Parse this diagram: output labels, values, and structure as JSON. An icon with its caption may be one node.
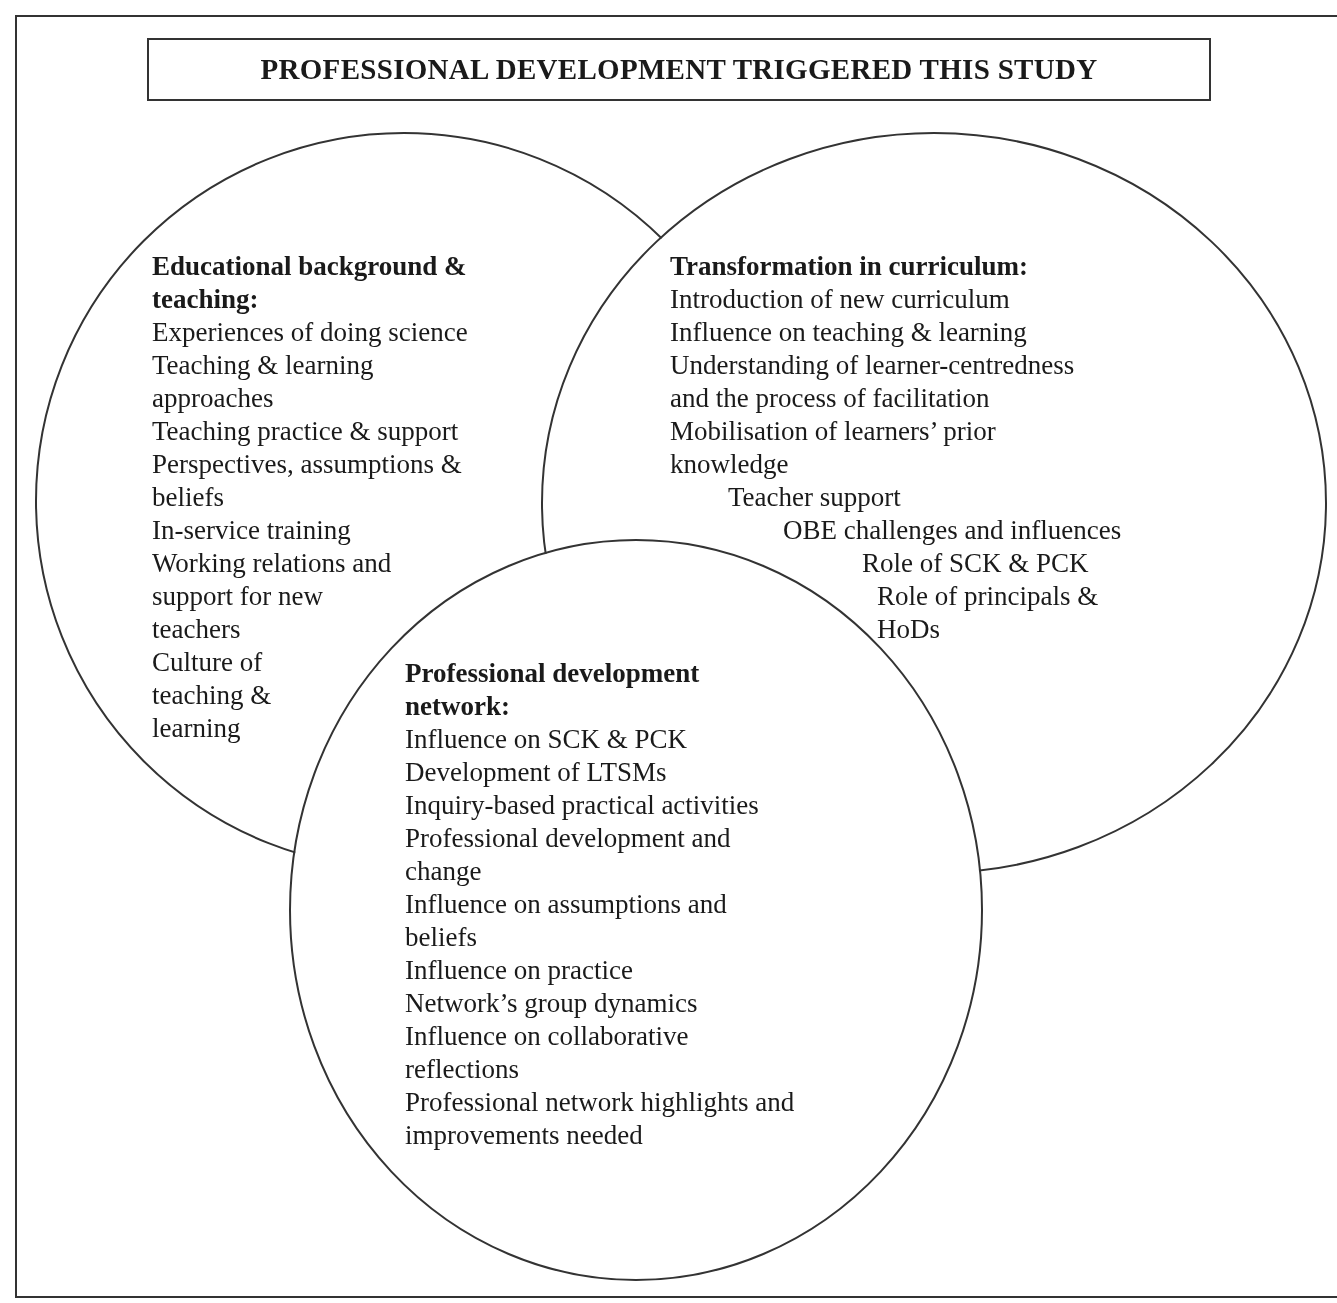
{
  "diagram": {
    "title": "PROFESSIONAL DEVELOPMENT TRIGGERED THIS STUDY",
    "nodes": [
      {
        "text": [
          "Educational background & teaching:",
          "Experiences of doing science",
          "Teaching & learning approaches",
          "Teaching practice & support",
          "Perspectives, assumptions & beliefs",
          "In-service training",
          "Working relations and support for new teachers",
          "Culture of teaching & learning"
        ]
      },
      {
        "text": [
          "Transformation in curriculum:",
          "Introduction of new curriculum",
          "Influence on teaching & learning",
          "Understanding of learner-centredness and the process of facilitation",
          "Mobilisation of learners’ prior knowledge",
          "Teacher support",
          "OBE challenges and influences",
          "Role of SCK & PCK",
          "Role of principals & HoDs"
        ]
      },
      {
        "text": [
          "Professional development network:",
          "Influence on SCK & PCK",
          "Development of LTSMs",
          "Inquiry-based practical activities",
          "Professional development and change",
          "Influence on assumptions and beliefs",
          "Influence on practice",
          "Network’s group dynamics",
          "Influence on collaborative reflections",
          "Professional network highlights and improvements needed"
        ]
      }
    ],
    "edges": []
  }
}
